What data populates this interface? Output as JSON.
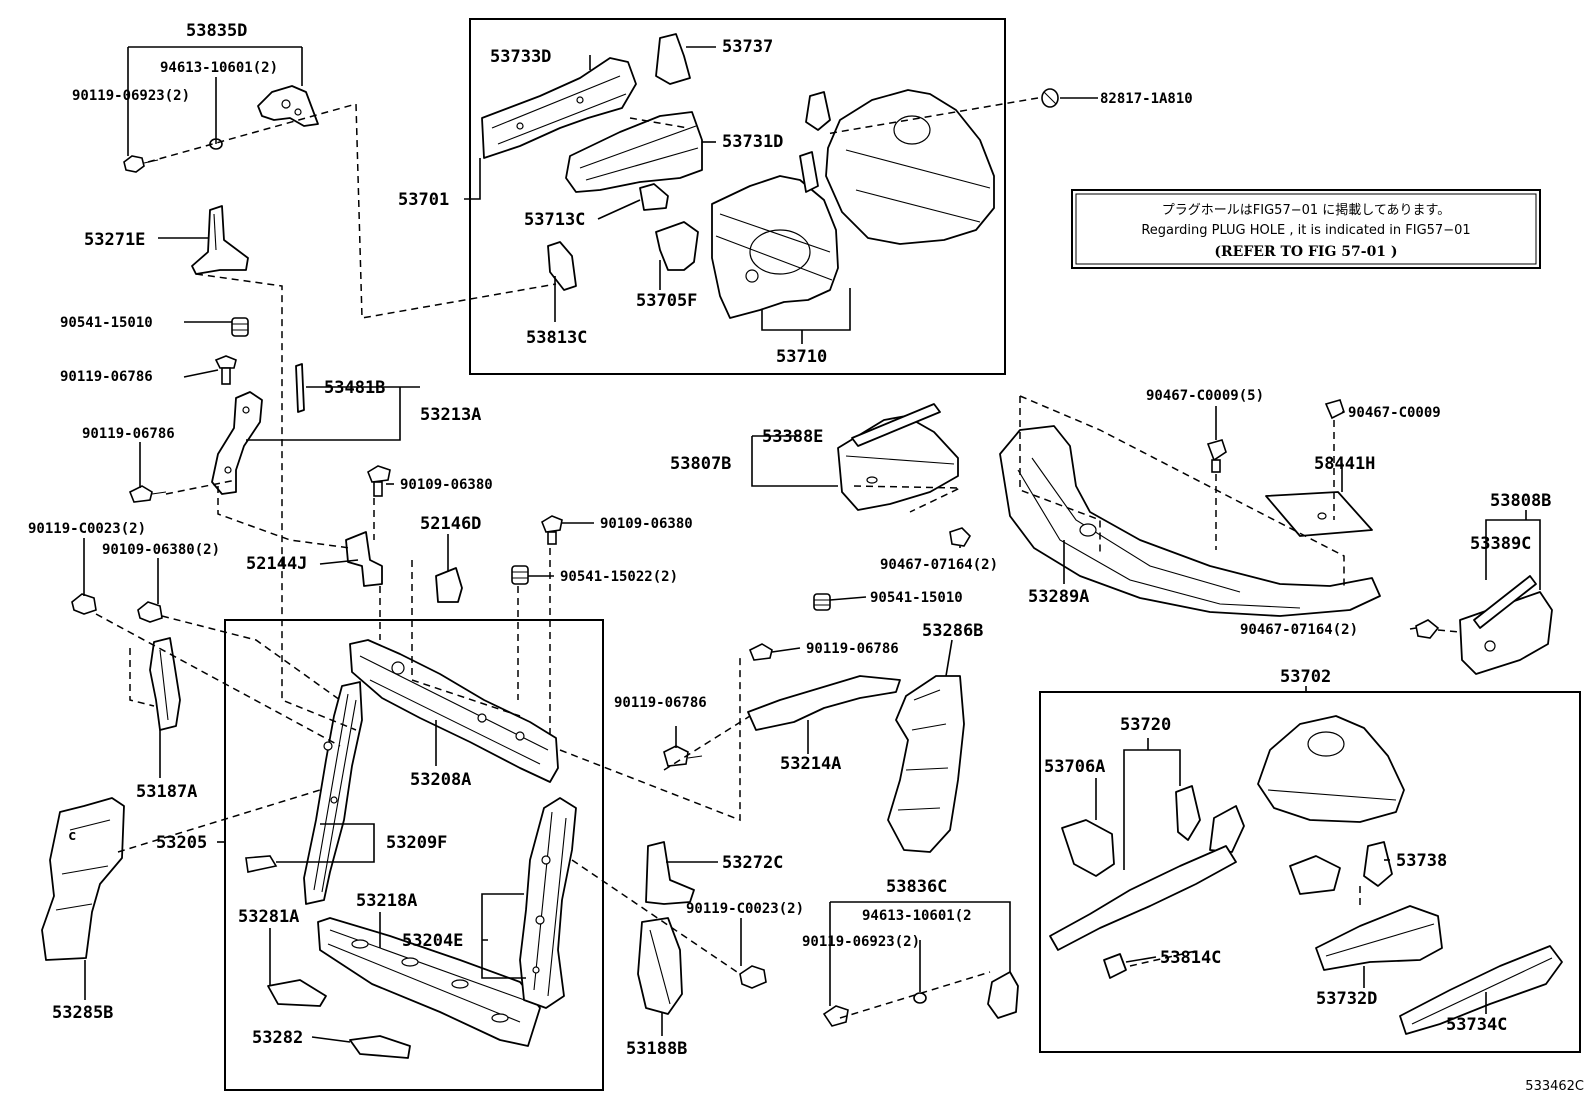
{
  "note": {
    "line1": "プラグホールはFIG57−01 に掲載してあります。",
    "line2": "Regarding PLUG HOLE , it is indicated in FIG57−01",
    "line3": "(REFER TO FIG 57-01 )"
  },
  "figure_code": "533462C",
  "labels": {
    "p53835D": "53835D",
    "p94613_10601_2a": "94613-10601(2)",
    "p90119_06923_2a": "90119-06923(2)",
    "p53271E": "53271E",
    "p90541_15010a": "90541-15010",
    "p90119_06786a": "90119-06786",
    "p53481B": "53481B",
    "p53213A": "53213A",
    "p90119_06786b": "90119-06786",
    "p90109_06380a": "90109-06380",
    "p90119_C0023_2a": "90119-C0023(2)",
    "p90109_06380_2": "90109-06380(2)",
    "p52144J": "52144J",
    "p52146D": "52146D",
    "p90109_06380b": "90109-06380",
    "p90541_15022_2": "90541-15022(2)",
    "p53187A": "53187A",
    "p53208A": "53208A",
    "p53205": "53205",
    "p53209F": "53209F",
    "p53285B": "53285B",
    "p53281A": "53281A",
    "p53218A": "53218A",
    "p53204E": "53204E",
    "p53282": "53282",
    "p53733D": "53733D",
    "p53737": "53737",
    "p53731D": "53731D",
    "p53701": "53701",
    "p53713C": "53713C",
    "p53705F": "53705F",
    "p53813C": "53813C",
    "p53710": "53710",
    "p82817_1A810": "82817-1A810",
    "p53388E": "53388E",
    "p53807B": "53807B",
    "p90467_07164_2a": "90467-07164(2)",
    "p90467_C0009_5": "90467-C0009(5)",
    "p90467_C0009": "90467-C0009",
    "p58441H": "58441H",
    "p53808B": "53808B",
    "p53389C": "53389C",
    "p53289A": "53289A",
    "p90467_07164_2b": "90467-07164(2)",
    "p90541_15010b": "90541-15010",
    "p53286B": "53286B",
    "p90119_06786c": "90119-06786",
    "p90119_06786d": "90119-06786",
    "p53214A": "53214A",
    "p53272C": "53272C",
    "p90119_C0023_2b": "90119-C0023(2)",
    "p53188B": "53188B",
    "p53836C": "53836C",
    "p94613_10601_2b": "94613-10601(2",
    "p90119_06923_2b": "90119-06923(2)",
    "p53702": "53702",
    "p53720": "53720",
    "p53706A": "53706A",
    "p53738": "53738",
    "p53814C": "53814C",
    "p53732D": "53732D",
    "p53734C": "53734C"
  }
}
